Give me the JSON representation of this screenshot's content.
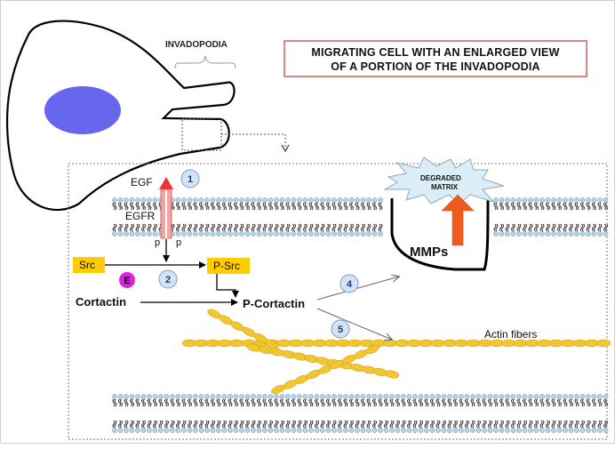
{
  "title": {
    "line1": "MIGRATING CELL WITH AN ENLARGED VIEW",
    "line2": "OF A PORTION OF THE INVADOPODIA"
  },
  "labels": {
    "invadopodia": "INVADOPODIA",
    "egf": "EGF",
    "egfr": "EGFR",
    "p_left": "p",
    "p_right": "p",
    "src": "Src",
    "p_src": "P-Src",
    "e": "E",
    "cortactin": "Cortactin",
    "p_cortactin": "P-Cortactin",
    "mmps": "MMPs",
    "degraded_line1": "DEGRADED",
    "degraded_line2": "MATRIX",
    "actin_fibers": "Actin fibers"
  },
  "steps": [
    "1",
    "2",
    "4",
    "5"
  ],
  "colors": {
    "nucleus": "#6666ee",
    "src_box": "#ffcc00",
    "e_circle": "#dd22dd",
    "step_circle": "#d2e4f4",
    "step_border": "#7a9cc8",
    "membrane_head": "#b4d4e6",
    "egf_arrow": "#ee3333",
    "receptor": "#f3a6a6",
    "mmp_arrow": "#f05a1e",
    "burst": "#dbeef8",
    "actin": "#f2c630",
    "title_border": "#e08585"
  }
}
